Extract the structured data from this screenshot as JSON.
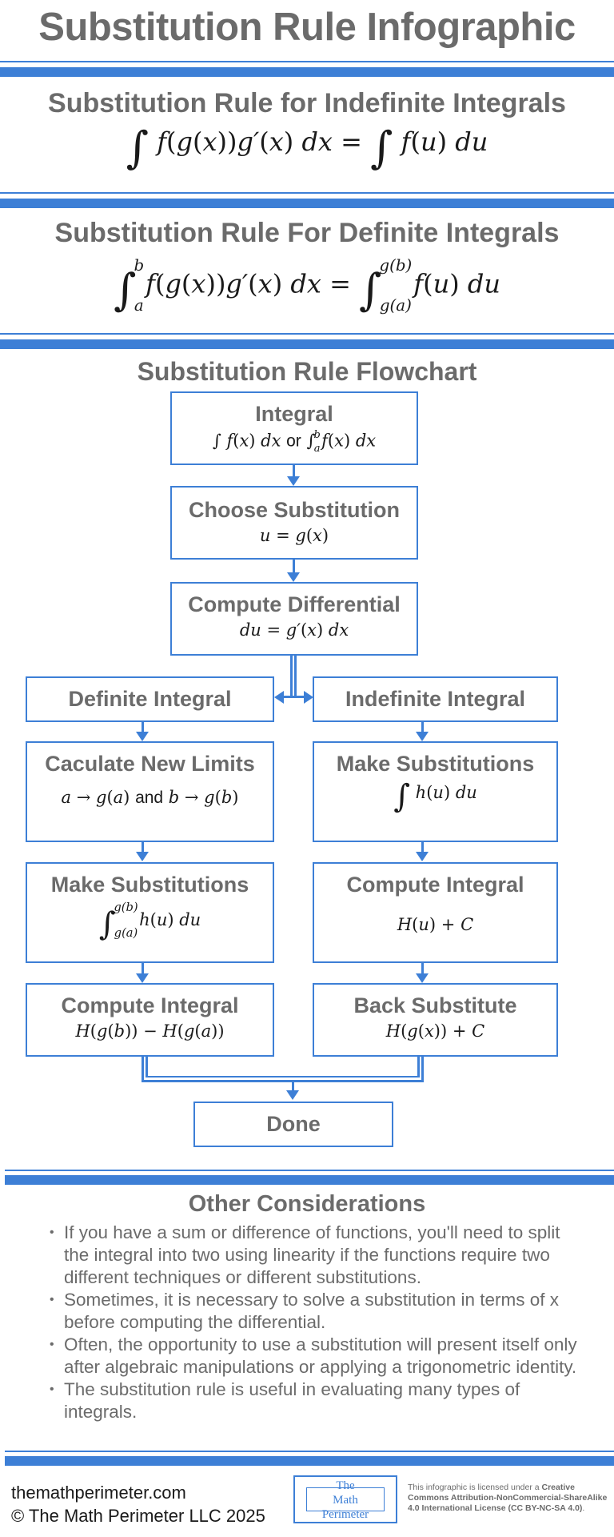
{
  "title": "Substitution Rule Infographic",
  "indefinite": {
    "heading": "Substitution Rule for Indefinite Integrals"
  },
  "definite": {
    "heading": "Substitution Rule For Definite Integrals"
  },
  "flowchart": {
    "heading": "Substitution Rule Flowchart",
    "integral": {
      "title": "Integral",
      "or": "or"
    },
    "choose": {
      "title": "Choose Substitution"
    },
    "differential": {
      "title": "Compute Differential"
    },
    "definite_branch": {
      "title": "Definite Integral"
    },
    "indefinite_branch": {
      "title": "Indefinite Integral"
    },
    "new_limits": {
      "title": "Caculate New Limits",
      "and": "and"
    },
    "make_sub_left": {
      "title": "Make Substitutions"
    },
    "make_sub_right": {
      "title": "Make Substitutions"
    },
    "compute_left": {
      "title": "Compute Integral"
    },
    "compute_right": {
      "title": "Compute Integral"
    },
    "back_sub": {
      "title": "Back Substitute"
    },
    "done": {
      "title": "Done"
    }
  },
  "considerations": {
    "heading": "Other Considerations",
    "items": [
      "If you have a sum or difference of functions, you'll need to split the integral into two using linearity if the functions require two different techniques or different substitutions.",
      "Sometimes, it is necessary to solve a substitution in terms of x before computing the differential.",
      "Often, the opportunity to use a substitution will present itself only after algebraic manipulations or applying a trigonometric identity.",
      "The substitution rule is useful in evaluating many types of integrals."
    ]
  },
  "footer": {
    "website": "themathperimeter.com",
    "copyright": "© The Math Perimeter LLC 2025",
    "logo_line1": "The",
    "logo_line2": "Math",
    "logo_line3": "Perimeter",
    "license_prefix": "This infographic is licensed under a ",
    "license_name": "Creative Commons Attribution-NonCommercial-ShareAlike 4.0 International License (CC BY-NC-SA 4.0)",
    "license_suffix": "."
  },
  "colors": {
    "accent": "#3d7fd6",
    "heading_gray": "#6b6b6b",
    "text_dark": "#1a1a1a"
  }
}
